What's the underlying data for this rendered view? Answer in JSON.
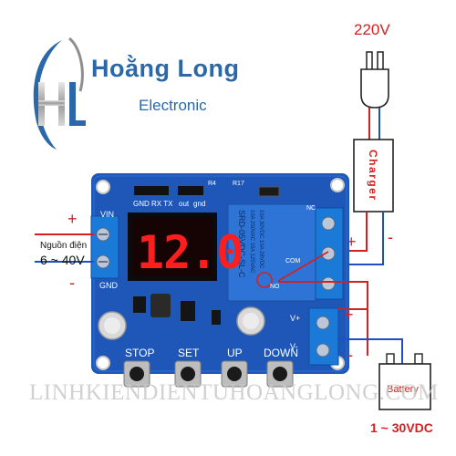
{
  "brand": {
    "monogram": "HL",
    "name": "Hoằng Long",
    "subtitle": "Electronic"
  },
  "watermark": "LINHKIENDIENTUHOANGLONG.COM",
  "colors": {
    "brand_blue": "#2a68a9",
    "board_blue": "#1f57b8",
    "wire_red": "#d42020",
    "wire_blue": "#1e4fc7",
    "display_red": "#ff1e1e",
    "relay_blue": "#2d74d6",
    "terminal_blue": "#1b7ad8"
  },
  "diagram": {
    "mains_label": "220V",
    "charger_label": "Charger",
    "battery_label": "Battery",
    "battery_range": "1 ~ 30VDC",
    "input_label_line1": "Nguồn điện",
    "input_label_line2": "6 ~ 40V",
    "plus": "+",
    "minus": "-"
  },
  "board": {
    "display_value": "12.0",
    "vin": "VIN",
    "gnd": "GND",
    "header_pins": "GND RX TX",
    "out_label": "out",
    "gnd_label": "gnd",
    "r4": "R4",
    "r17": "R17",
    "vplus": "V+",
    "vminus": "V-",
    "no_label": "NO",
    "com_label": "COM",
    "nc_label": "NC",
    "relay_text": [
      "SRD-05VDC-SL-C",
      "10A 250VAC  10A 125VAC",
      "10A 30VDC  10A 28VDC"
    ],
    "buttons": [
      "STOP",
      "SET",
      "UP",
      "DOWN"
    ]
  }
}
